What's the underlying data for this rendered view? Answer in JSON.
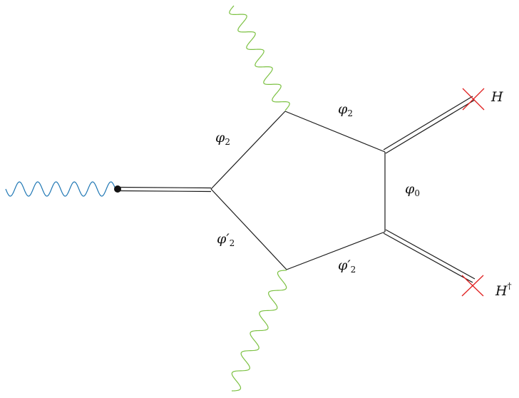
{
  "diagram": {
    "labels": {
      "phi2_upper_left": {
        "main": "φ",
        "sub": "2",
        "prime": ""
      },
      "phi2_top": {
        "main": "φ",
        "sub": "2",
        "prime": ""
      },
      "phi2p_lower_left": {
        "main": "φ",
        "sub": "2",
        "prime": "′"
      },
      "phi2p_bottom": {
        "main": "φ",
        "sub": "2",
        "prime": "′"
      },
      "phi0_right": {
        "main": "φ",
        "sub": "0",
        "prime": ""
      },
      "H_top": {
        "main": "H",
        "sup": ""
      },
      "H_dagger": {
        "main": "H",
        "sup": "†"
      }
    },
    "colors": {
      "line": "#1a1a1a",
      "source_photon": "#1f77b4",
      "emitted_photon": "#7cc142",
      "higgs_cross": "#e02020",
      "vertex_dot": "#111111"
    }
  }
}
